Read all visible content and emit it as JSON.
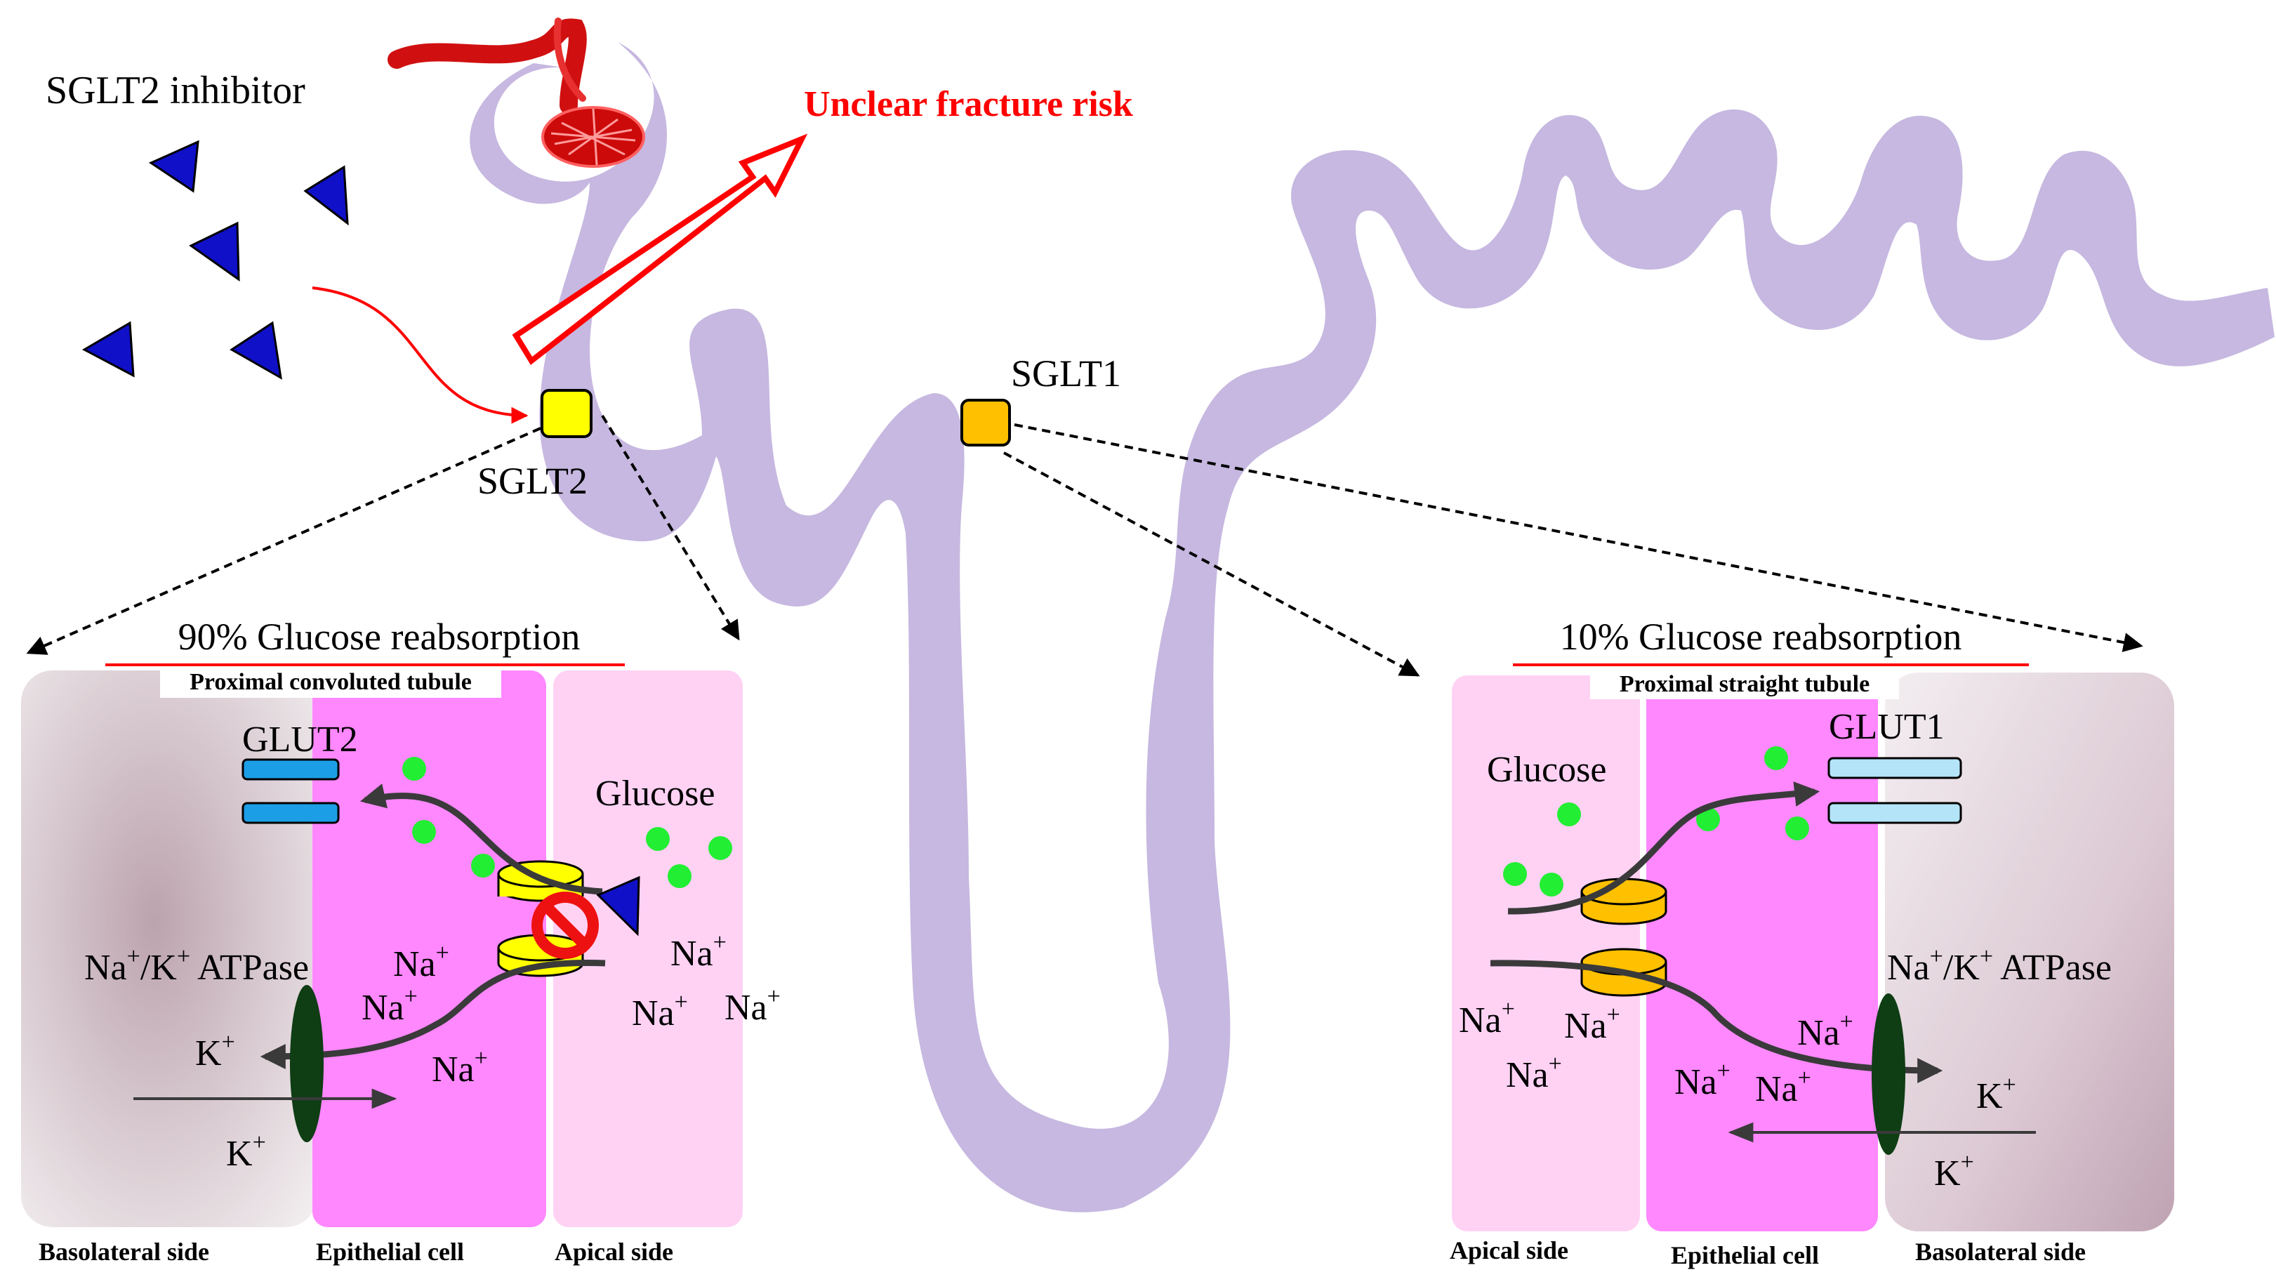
{
  "labels": {
    "inhibitor": "SGLT2 inhibitor",
    "fracture": "Unclear fracture risk",
    "sglt2": "SGLT2",
    "sglt1": "SGLT1"
  },
  "left_panel": {
    "header": "90% Glucose reabsorption",
    "subheader": "Proximal convoluted tubule",
    "glut": "GLUT2",
    "glucose": "Glucose",
    "atpase_pre": "Na",
    "atpase_sup": "+",
    "atpase_mid": "/K",
    "atpase_post": " ATPase",
    "ion_na": "Na",
    "ion_k": "K",
    "ion_sup": "+",
    "side_left": "Basolateral side",
    "side_mid": "Epithelial cell",
    "side_right": "Apical side"
  },
  "right_panel": {
    "header": "10% Glucose reabsorption",
    "subheader": "Proximal straight tubule",
    "glut": "GLUT1",
    "glucose": "Glucose",
    "atpase_pre": "Na",
    "atpase_sup": "+",
    "atpase_mid": "/K",
    "atpase_post": " ATPase",
    "ion_na": "Na",
    "ion_k": "K",
    "ion_sup": "+",
    "side_left": "Apical side",
    "side_mid": "Epithelial cell",
    "side_right": "Basolateral side"
  },
  "colors": {
    "tubule": "#c6b8e0",
    "inhibitor": "#1010c8",
    "sglt2": "#ffff00",
    "sglt1": "#ffc000",
    "glucose": "#22ee33",
    "epithelial": "#ff88ff",
    "apical": "#ffd2f4",
    "glut2": "#1c9ee6",
    "glut1": "#b3e4f8",
    "atpase": "#0f3d14",
    "red": "#ff0000",
    "block": "#ee1111"
  }
}
